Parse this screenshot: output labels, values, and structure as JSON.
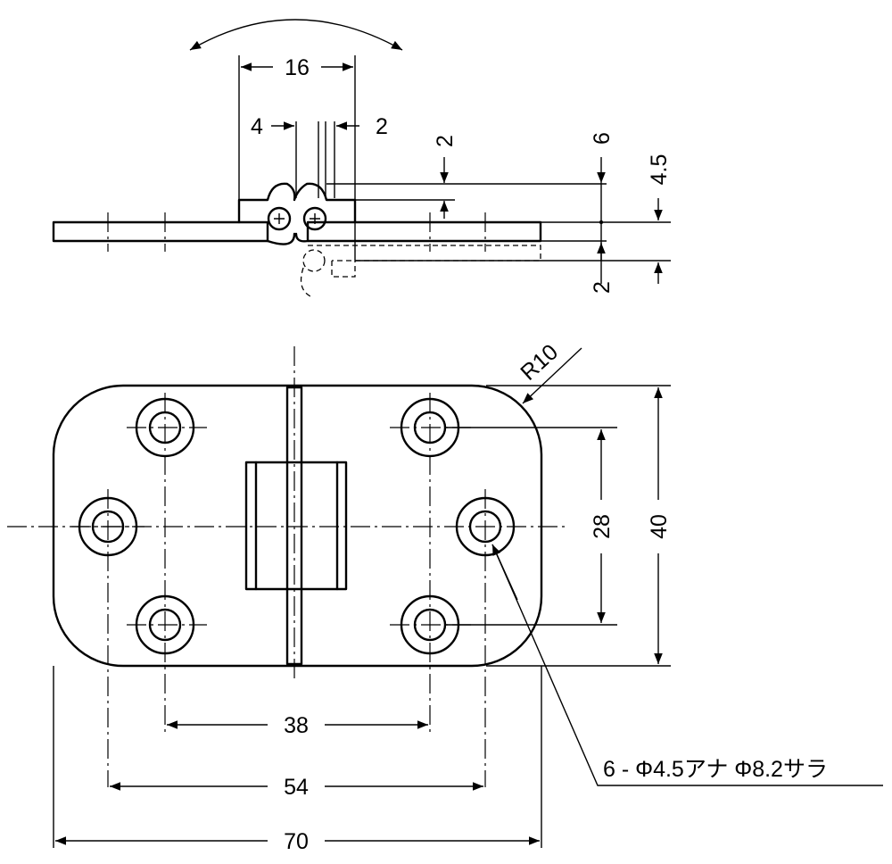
{
  "dimensions": {
    "gap_top": "16",
    "knuckle_left": "4",
    "knuckle_right": "2",
    "height_2": "2",
    "height_6": "6",
    "height_4_5": "4.5",
    "offset_2": "2",
    "radius": "R10",
    "pitch_v": "28",
    "height_total": "40",
    "pitch_38": "38",
    "pitch_54": "54",
    "length_total": "70"
  },
  "callout": "6 - Φ4.5アナ Φ8.2サラ"
}
